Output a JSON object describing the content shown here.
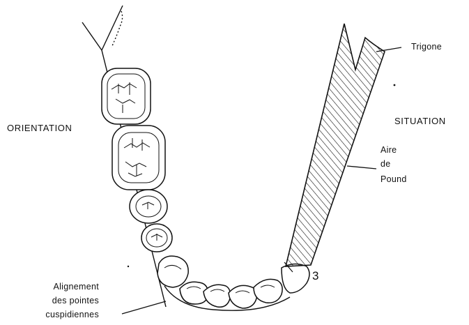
{
  "labels": {
    "orientation": "ORIENTATION",
    "situation": "SITUATION",
    "trigone": "Trigone",
    "aire": "Aire",
    "de": "de",
    "pound": "Pound",
    "tooth_number": "3",
    "alignement_line1": "Alignement",
    "alignement_line2": "des pointes",
    "alignement_line3": "cuspidiennes"
  },
  "colors": {
    "ink": "#111111",
    "background": "#ffffff"
  }
}
